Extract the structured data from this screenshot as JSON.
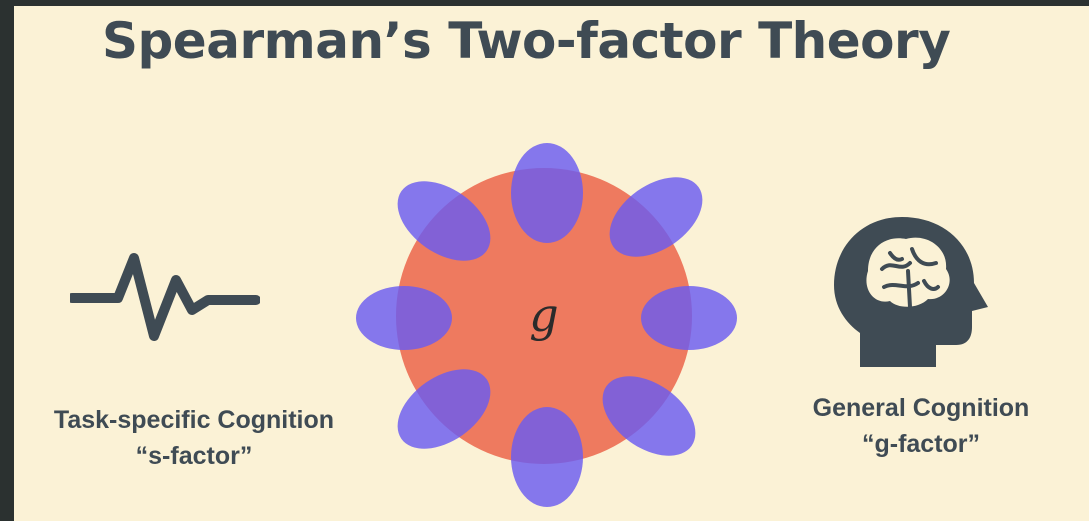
{
  "title": "Spearman’s Two-factor Theory",
  "center_label": "g",
  "left": {
    "line1": "Task-specific Cognition",
    "line2": "“s-factor”",
    "icon": "pulse-waveform-icon"
  },
  "right": {
    "line1": "General Cognition",
    "line2": "“g-factor”",
    "icon": "brain-head-icon"
  },
  "colors": {
    "background": "#fbf2d6",
    "text": "#3f4b54",
    "g_circle": "#ee7a5f",
    "s_petals": "#6a5cf0"
  }
}
